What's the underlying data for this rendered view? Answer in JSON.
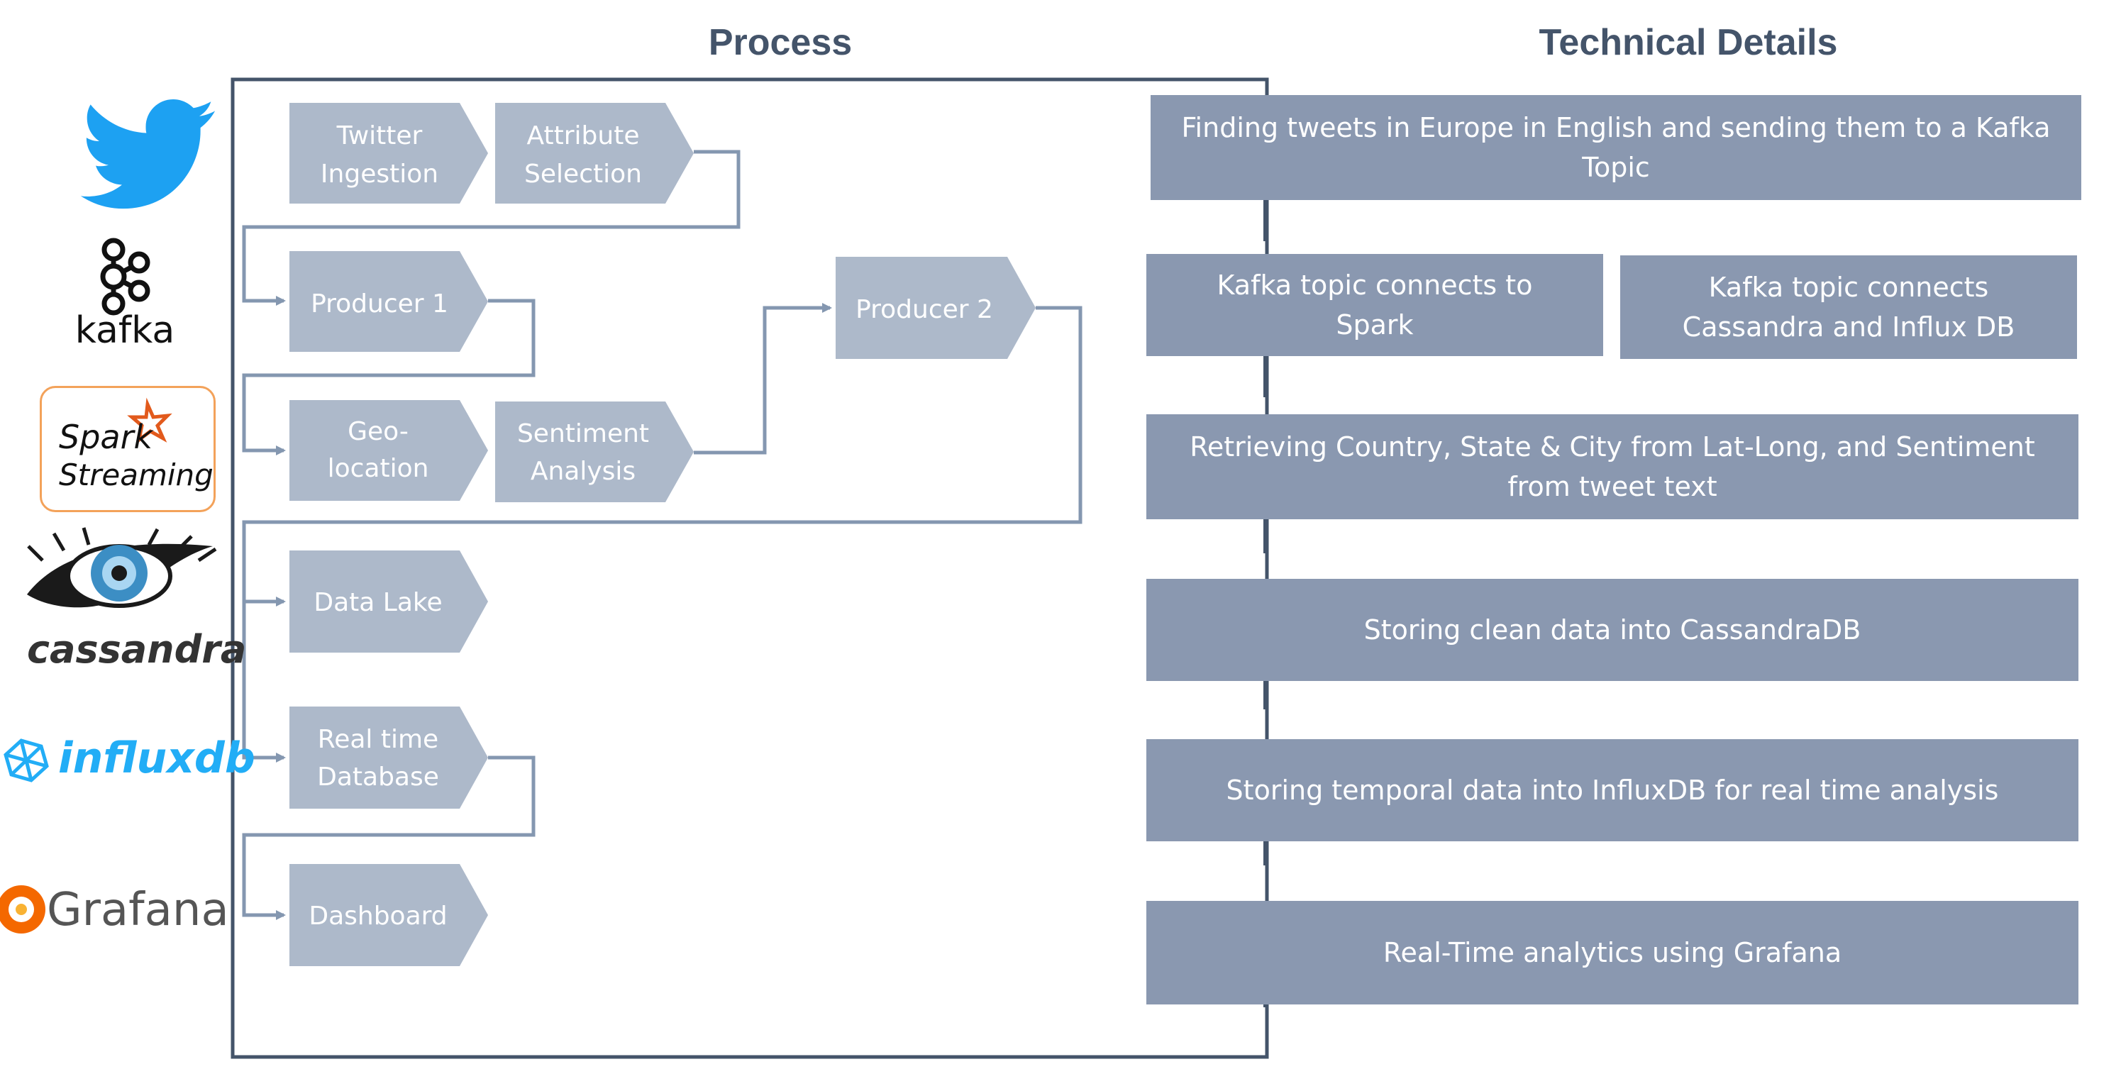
{
  "headings": {
    "process": "Process",
    "technical_details": "Technical Details"
  },
  "logos": {
    "kafka": "kafka",
    "spark_line1": "Spark",
    "spark_line2": "Streaming",
    "cassandra": "cassandra",
    "influxdb": "influxdb",
    "grafana": "Grafana"
  },
  "process_steps": {
    "twitter_ingestion": [
      "Twitter",
      "Ingestion"
    ],
    "attribute_selection": [
      "Attribute",
      "Selection"
    ],
    "producer_1": [
      "Producer 1"
    ],
    "producer_2": [
      "Producer 2"
    ],
    "geo_location": [
      "Geo-",
      "location"
    ],
    "sentiment_analysis": [
      "Sentiment",
      "Analysis"
    ],
    "data_lake": [
      "Data Lake"
    ],
    "real_time_database": [
      "Real time",
      "Database"
    ],
    "dashboard": [
      "Dashboard"
    ]
  },
  "details": {
    "finding_tweets": "Finding tweets in Europe in English and sending them to  a Kafka Topic",
    "kafka_spark": "Kafka topic connects to Spark",
    "kafka_cassandra_influx": "Kafka topic connects Cassandra and Influx DB",
    "retrieving": "Retrieving Country, State & City from Lat-Long, and Sentiment from tweet text",
    "storing_cassandra": "Storing clean data into CassandraDB",
    "storing_influx": "Storing temporal data into InfluxDB for real time analysis",
    "grafana_analytics": "Real-Time analytics using Grafana"
  },
  "colors": {
    "heading": "#44546a",
    "chevron": "#adb9ca",
    "detail_box": "#8a98b0",
    "connector": "#8497b0",
    "frame": "#44546a",
    "twitter": "#1da1f2",
    "spark_orange": "#e25a1c",
    "influx_blue": "#22adf6",
    "grafana_orange": "#f46800"
  }
}
